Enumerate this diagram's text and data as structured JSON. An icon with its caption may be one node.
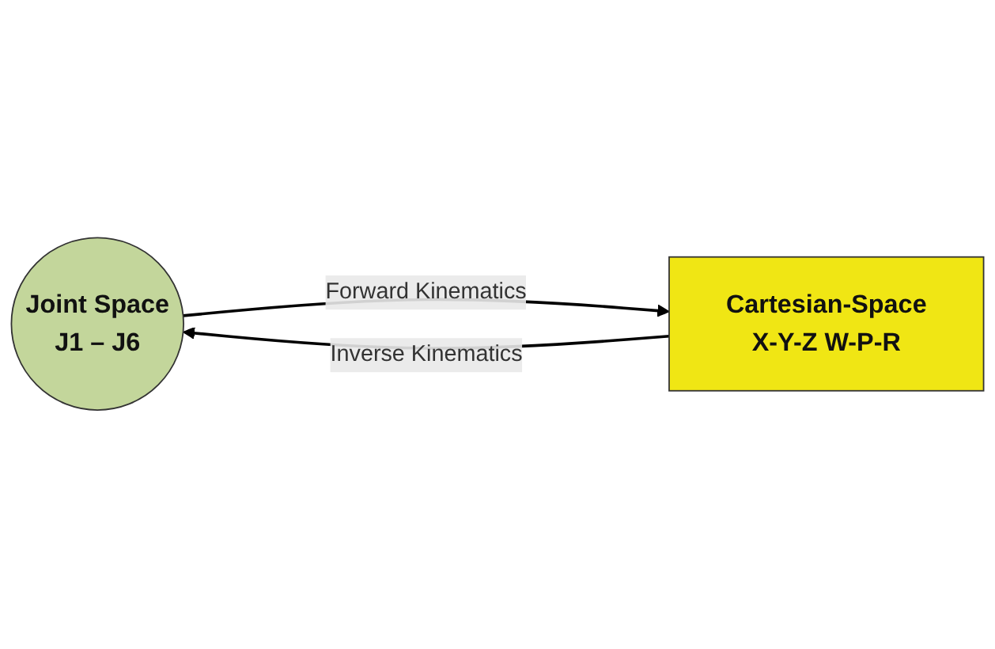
{
  "diagram": {
    "nodes": [
      {
        "text": [
          "Joint Space",
          "J1 – J6"
        ]
      },
      {
        "text": [
          "Cartesian-Space",
          "X-Y-Z W-P-R"
        ]
      }
    ],
    "edges": [
      {
        "from": 0,
        "to": 1,
        "arrow": "to",
        "label": "Forward Kinematics"
      },
      {
        "from": 1,
        "to": 0,
        "arrow": "to",
        "label": "Inverse Kinematics"
      }
    ]
  }
}
